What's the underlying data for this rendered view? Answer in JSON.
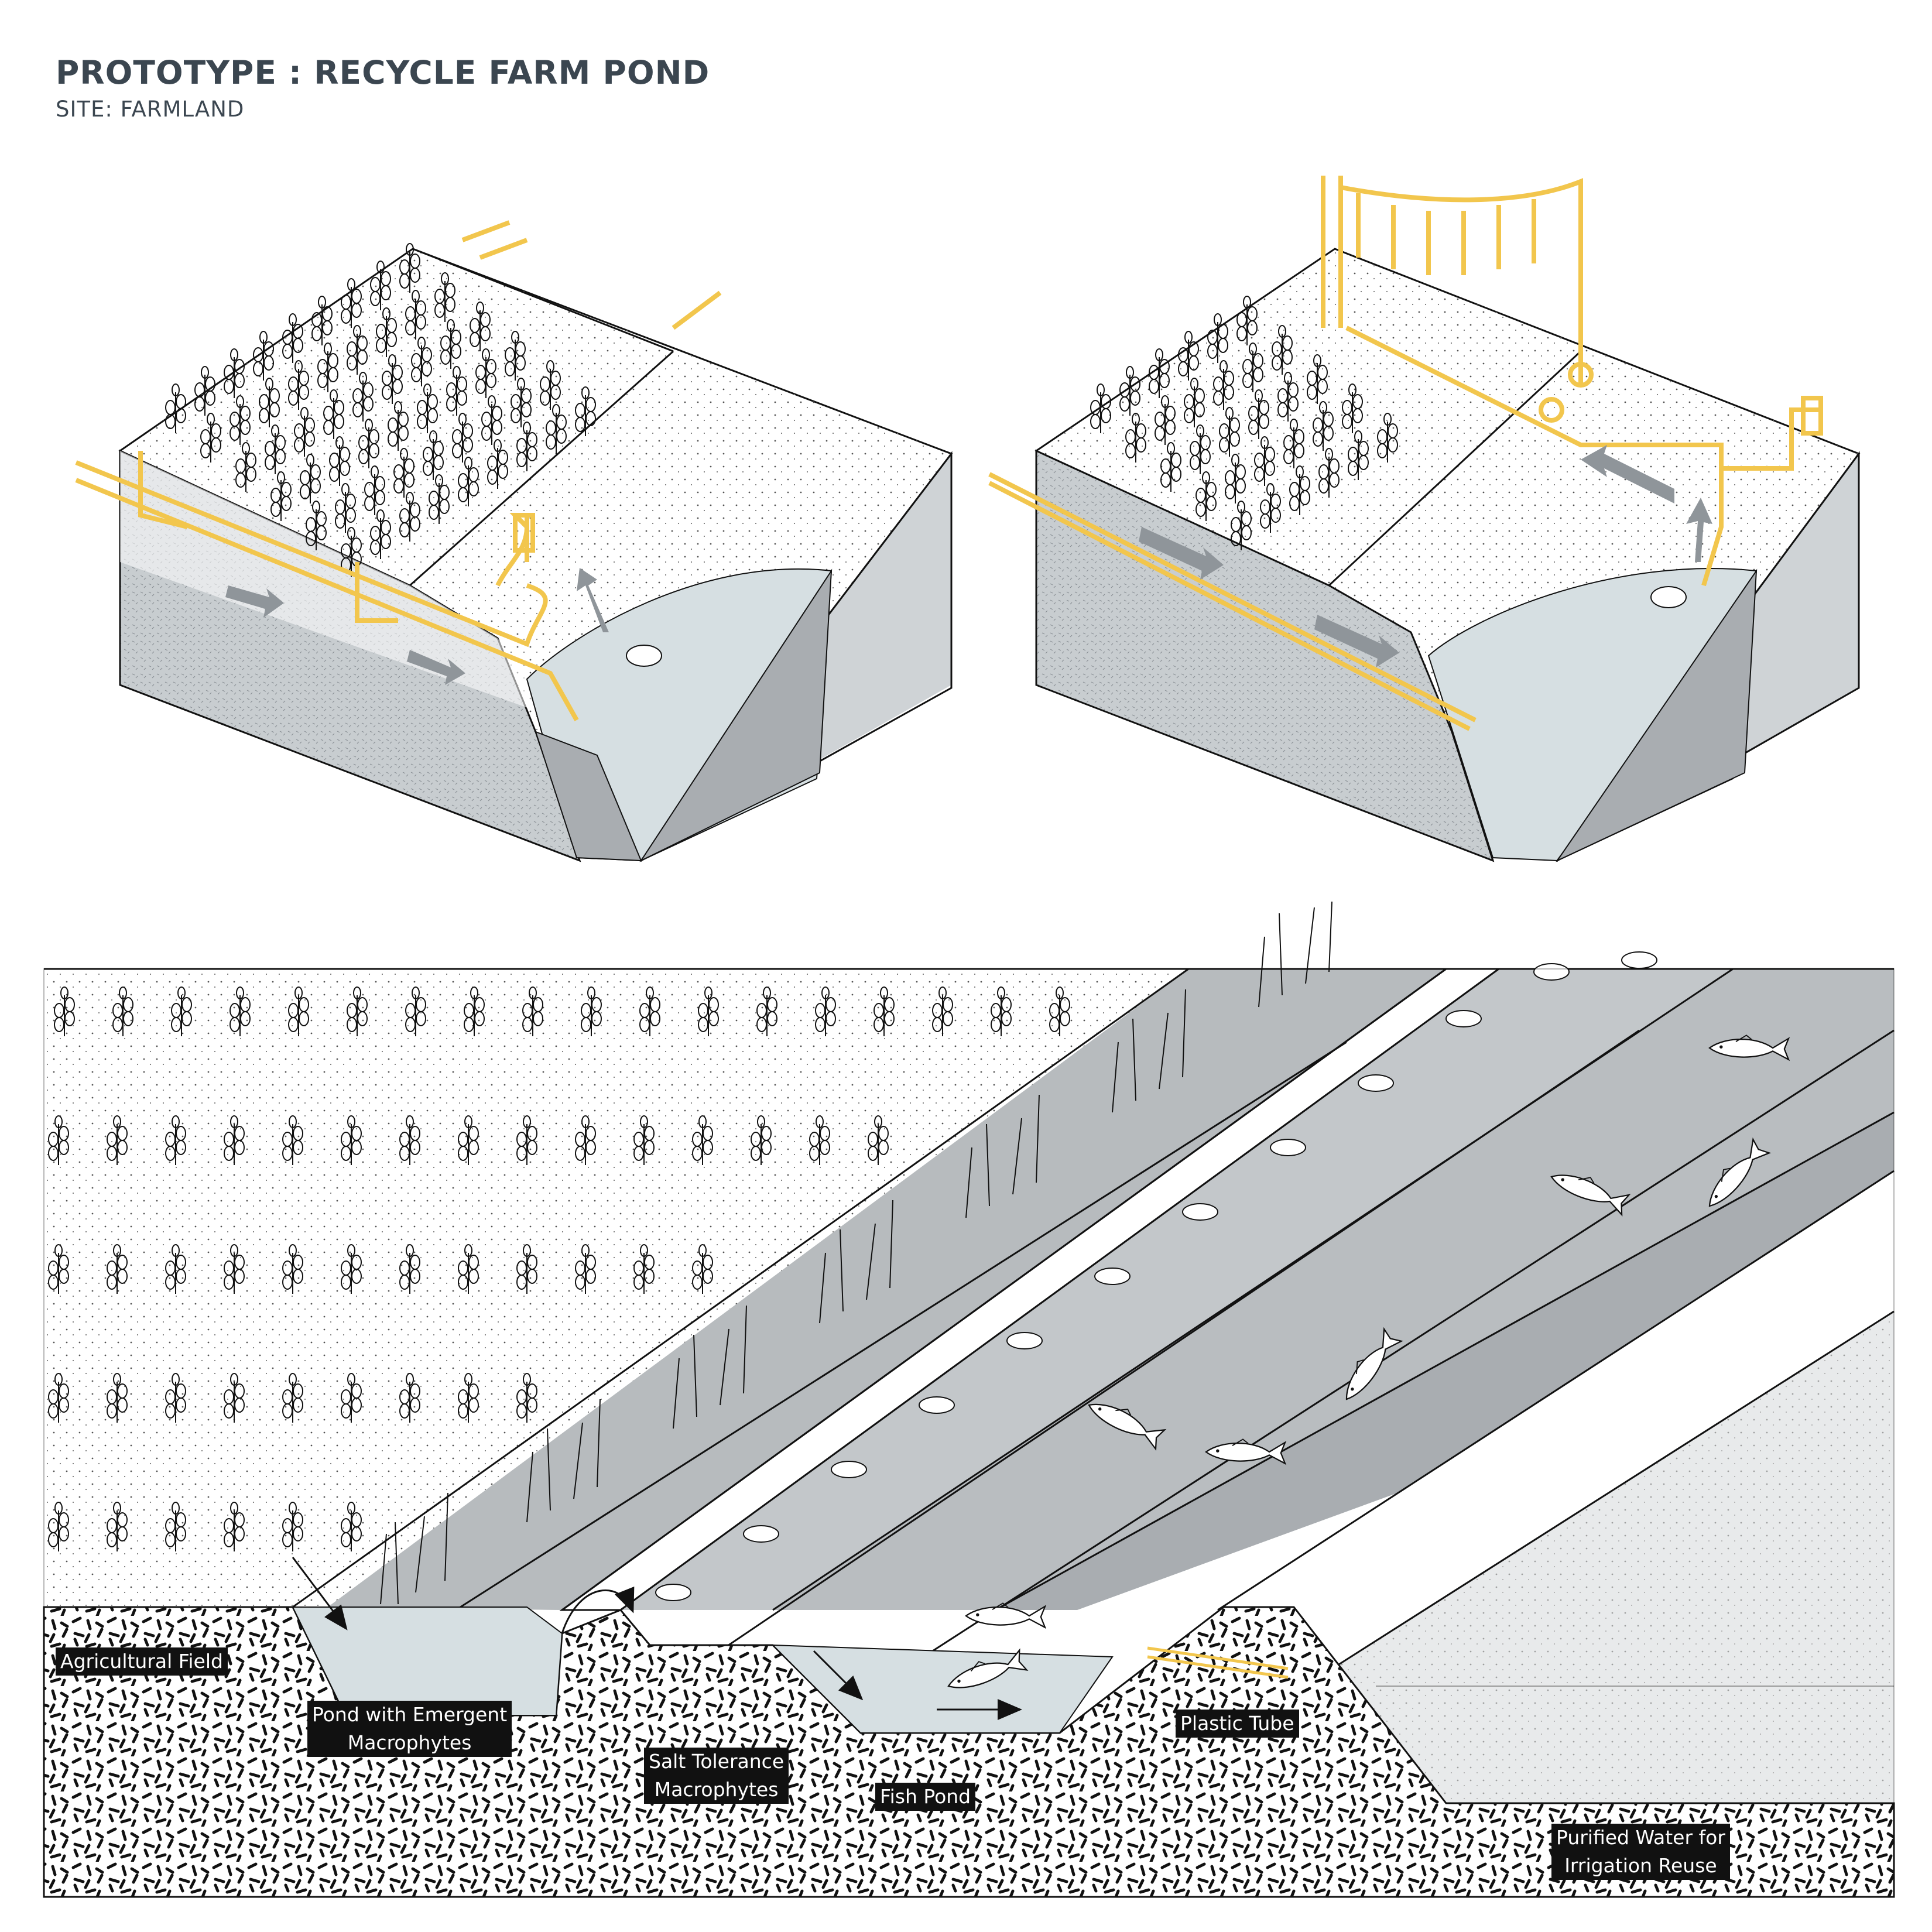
{
  "header": {
    "title": "PROTOTYPE : RECYCLE FARM POND",
    "subtitle": "SITE: FARMLAND"
  },
  "colors": {
    "pipe": "#f2c64d",
    "water": "#d6dfe2",
    "block_dark": "#a9adb1",
    "block_side": "#cfd3d6",
    "label_bg": "#111111"
  },
  "labels": {
    "agricultural_field": "Agricultural Field",
    "pond_emergent": [
      "Pond with Emergent",
      "Macrophytes"
    ],
    "salt_tolerance": [
      "Salt Tolerance",
      "Macrophytes"
    ],
    "fish_pond": "Fish Pond",
    "plastic_tube": "Plastic Tube",
    "purified_water": [
      "Purified Water for",
      "Irrigation Reuse"
    ]
  }
}
